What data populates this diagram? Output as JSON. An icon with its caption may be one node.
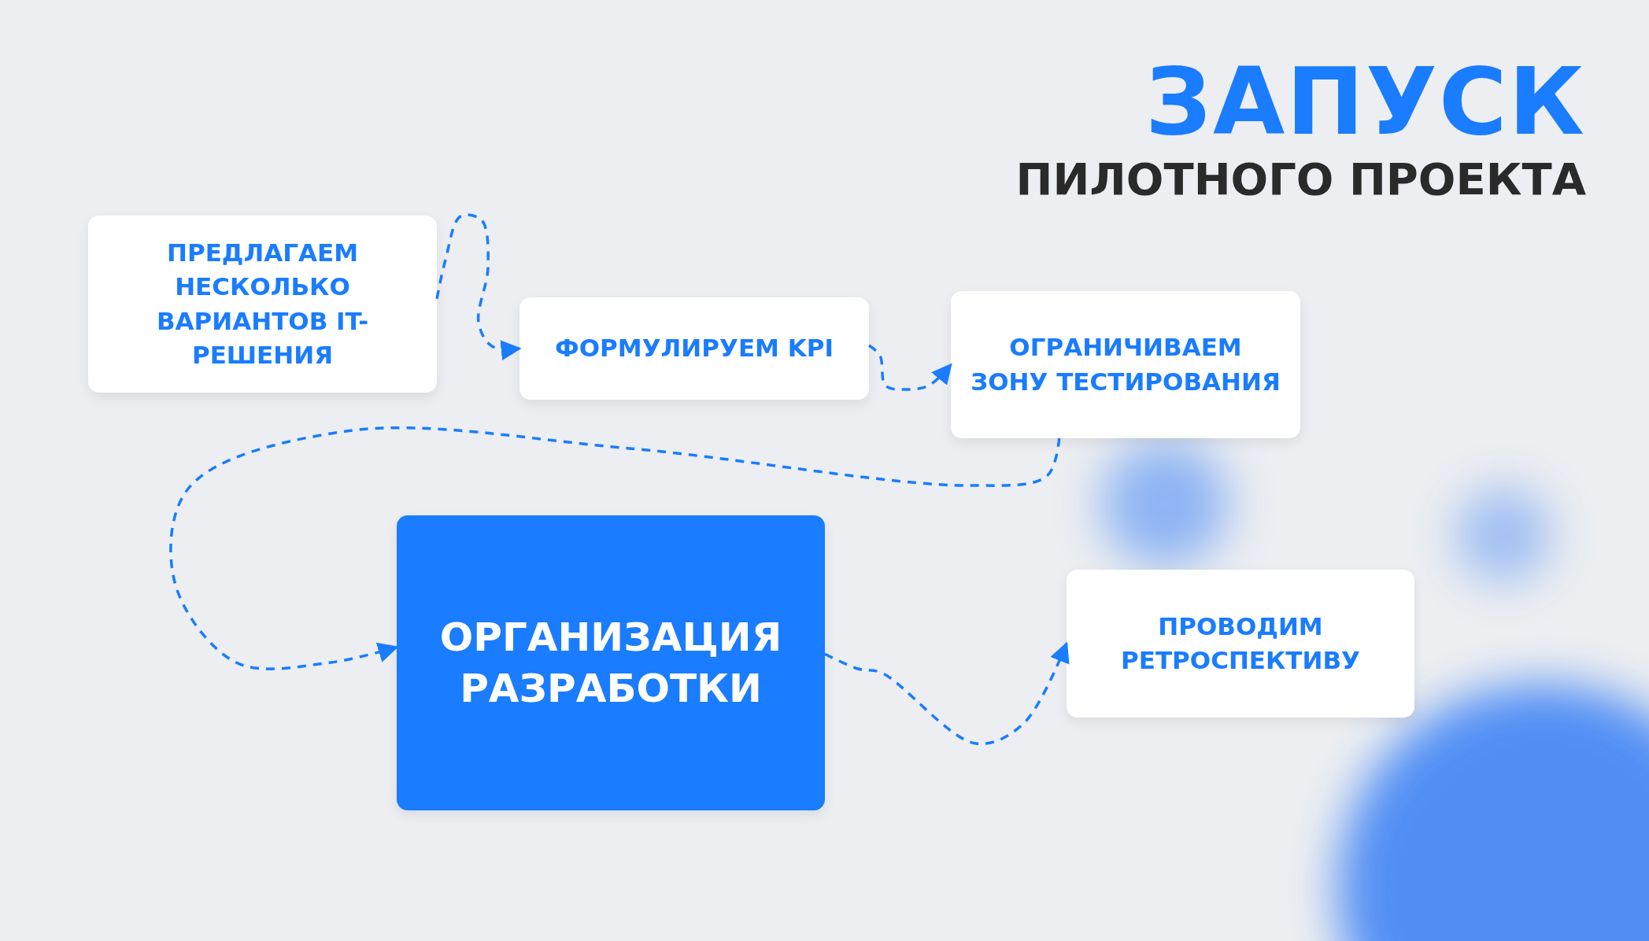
{
  "diagram": {
    "title": "ЗАПУСК",
    "nodes": [
      {
        "text": [
          "ПРЕДЛАГАЕМ НЕСКОЛЬКО ВАРИАНТОВ IT-РЕШЕНИЯ"
        ]
      },
      {
        "text": [
          "ФОРМУЛИРУЕМ KPI"
        ]
      },
      {
        "text": [
          "ОГРАНИЧИВАЕМ ЗОНУ ТЕСТИРОВАНИЯ"
        ]
      },
      {
        "text": [
          "ОРГАНИЗАЦИЯ РАЗРАБОТКИ"
        ]
      },
      {
        "text": [
          "ПРОВОДИМ РЕТРОСПЕКТИВУ"
        ]
      }
    ],
    "edges": [
      {
        "from": 0,
        "to": 1,
        "arrow": "to"
      },
      {
        "from": 1,
        "to": 2,
        "arrow": "to"
      },
      {
        "from": 2,
        "to": 3,
        "arrow": "to"
      },
      {
        "from": 3,
        "to": 4,
        "arrow": "to"
      }
    ],
    "labels": [
      "ПИЛОТНОГО ПРОЕКТА"
    ]
  }
}
